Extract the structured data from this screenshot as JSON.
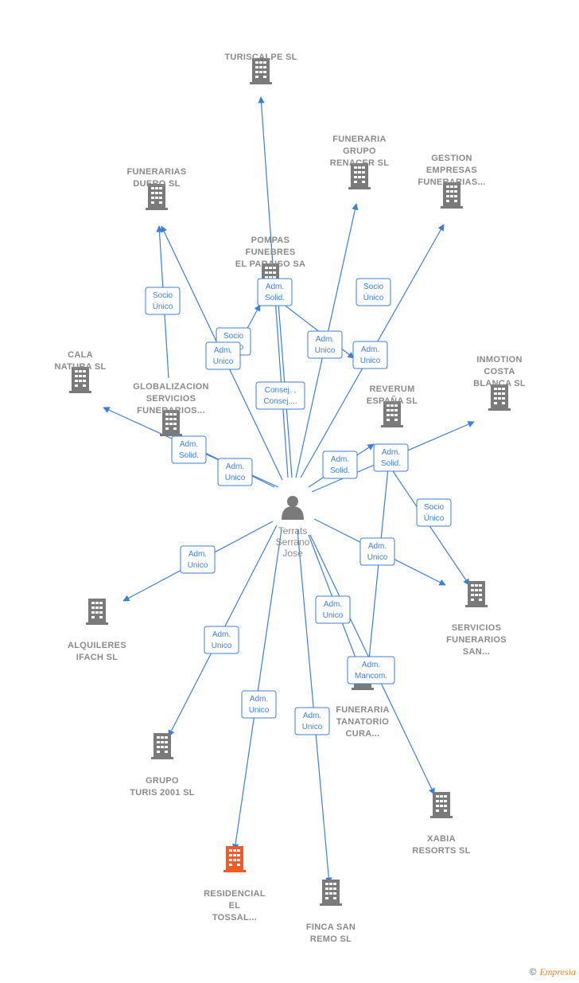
{
  "center": {
    "name_lines": [
      "Terrats",
      "Serrano",
      "Jose"
    ],
    "icon": "person-icon"
  },
  "colors": {
    "edge": "#3c7fd9",
    "building": "#7a7a7a",
    "highlight": "#f05a28",
    "label": "#8a8a8a"
  },
  "nodes": [
    {
      "id": "turiscalpe",
      "lines": [
        "TURISCALPE SL"
      ],
      "icon": "building-icon"
    },
    {
      "id": "funeraria-grupo",
      "lines": [
        "FUNERARIA",
        "GRUPO",
        "RENACER  SL"
      ],
      "icon": "building-icon"
    },
    {
      "id": "gestion",
      "lines": [
        "GESTION",
        "EMPRESAS",
        "FUNERARIAS..."
      ],
      "icon": "building-icon"
    },
    {
      "id": "funerarias-duero",
      "lines": [
        "FUNERARIAS",
        "DUERO  SL"
      ],
      "icon": "building-icon"
    },
    {
      "id": "pompas",
      "lines": [
        "POMPAS",
        "FUNEBRES",
        "EL PARAISO SA"
      ],
      "icon": "building-icon"
    },
    {
      "id": "cala-natura",
      "lines": [
        "CALA",
        "NATURA  SL"
      ],
      "icon": "building-icon"
    },
    {
      "id": "globalizacion",
      "lines": [
        "GLOBALIZACION",
        "SERVICIOS",
        "FUNERARIOS..."
      ],
      "icon": "building-icon"
    },
    {
      "id": "inmotion",
      "lines": [
        "INMOTION",
        "COSTA",
        "BLANCA  SL"
      ],
      "icon": "building-icon"
    },
    {
      "id": "reverum",
      "lines": [
        "REVERUM",
        "ESPAÑA  SL"
      ],
      "icon": "building-icon"
    },
    {
      "id": "servicios-san",
      "lines": [
        "SERVICIOS",
        "FUNERARIOS",
        "SAN..."
      ],
      "icon": "building-icon"
    },
    {
      "id": "alquileres",
      "lines": [
        "ALQUILERES",
        "IFACH SL"
      ],
      "icon": "building-icon"
    },
    {
      "id": "funeraria-tanatorio",
      "lines": [
        "FUNERARIA",
        "TANATORIO",
        "CURA..."
      ],
      "icon": "building-icon"
    },
    {
      "id": "grupo-turis",
      "lines": [
        "GRUPO",
        "TURIS 2001 SL"
      ],
      "icon": "building-icon"
    },
    {
      "id": "xabia",
      "lines": [
        "XABIA",
        "RESORTS  SL"
      ],
      "icon": "building-icon"
    },
    {
      "id": "residencial",
      "lines": [
        "RESIDENCIAL",
        "EL",
        "TOSSAL..."
      ],
      "icon": "building-icon",
      "highlight": true
    },
    {
      "id": "finca",
      "lines": [
        "FINCA SAN",
        "REMO  SL"
      ],
      "icon": "building-icon"
    }
  ],
  "badges": [
    {
      "id": "b-socio-duero",
      "lines": [
        "Socio",
        "Único"
      ]
    },
    {
      "id": "b-adm-pompas",
      "lines": [
        "Adm.",
        "Solid."
      ]
    },
    {
      "id": "b-socio-glob",
      "lines": [
        "Socio",
        "Único"
      ]
    },
    {
      "id": "b-adm-duero",
      "lines": [
        "Adm.",
        "Unico"
      ]
    },
    {
      "id": "b-adm-renacer",
      "lines": [
        "Adm.",
        "Unico"
      ]
    },
    {
      "id": "b-socio-renacer",
      "lines": [
        "Socio",
        "Único"
      ]
    },
    {
      "id": "b-adm-gestion",
      "lines": [
        "Adm.",
        "Unico"
      ]
    },
    {
      "id": "b-consej",
      "lines": [
        "Consej. ,",
        "Consej...."
      ]
    },
    {
      "id": "b-adm-solid-cala",
      "lines": [
        "Adm.",
        "Solid."
      ]
    },
    {
      "id": "b-adm-glob",
      "lines": [
        "Adm.",
        "Unico"
      ]
    },
    {
      "id": "b-adm-solid-rev1",
      "lines": [
        "Adm.",
        "Solid."
      ]
    },
    {
      "id": "b-adm-solid-rev2",
      "lines": [
        "Adm.",
        "Solid."
      ]
    },
    {
      "id": "b-socio-serv",
      "lines": [
        "Socio",
        "Único"
      ]
    },
    {
      "id": "b-adm-alq",
      "lines": [
        "Adm.",
        "Unico"
      ]
    },
    {
      "id": "b-adm-serv",
      "lines": [
        "Adm.",
        "Unico"
      ]
    },
    {
      "id": "b-adm-tana",
      "lines": [
        "Adm.",
        "Unico"
      ]
    },
    {
      "id": "b-adm-grupo",
      "lines": [
        "Adm.",
        "Unico"
      ]
    },
    {
      "id": "b-adm-mancom",
      "lines": [
        "Adm.",
        "Mancom."
      ]
    },
    {
      "id": "b-adm-resid",
      "lines": [
        "Adm.",
        "Unico"
      ]
    },
    {
      "id": "b-adm-finca",
      "lines": [
        "Adm.",
        "Unico"
      ]
    }
  ],
  "footer": {
    "copyright": "©",
    "brand": "Empresia"
  }
}
